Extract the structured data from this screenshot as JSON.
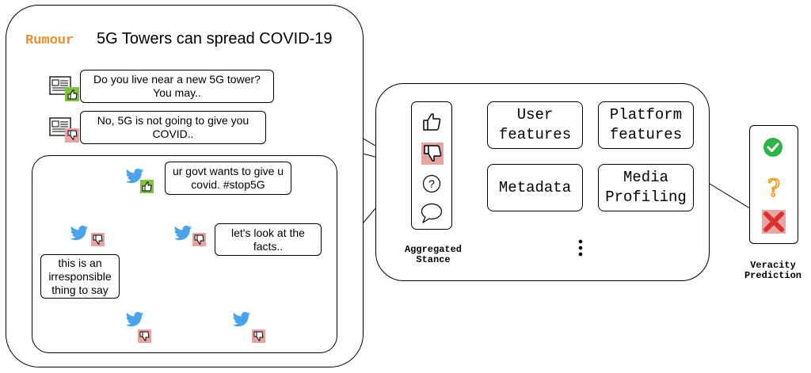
{
  "rumour": {
    "tag": "Rumour",
    "claim": "5G Towers can spread COVID-19"
  },
  "posts": [
    {
      "text": "Do you live near a new 5G tower? You may..",
      "stance": "support"
    },
    {
      "text": "No, 5G is not going to give you COVID..",
      "stance": "deny"
    }
  ],
  "tweets": {
    "root": {
      "text": "ur govt wants to give u covid. #stop5G",
      "stance": "support"
    },
    "reply_left": {
      "text": "this is an irresponsible thing to say",
      "stance": "deny"
    },
    "reply_mid": {
      "text": "let's look at the facts..",
      "stance": "deny"
    }
  },
  "stance_icons": [
    "thumbs-up",
    "thumbs-down",
    "question",
    "comment"
  ],
  "features": {
    "user": "User\nfeatures",
    "platform": "Platform\nfeatures",
    "metadata": "Metadata",
    "media": "Media\nProfiling"
  },
  "captions": {
    "aggregated": "Aggregated\nStance",
    "veracity": "Veracity\nPrediction"
  },
  "veracity_icons": [
    "check",
    "question",
    "cross"
  ],
  "colors": {
    "support_bg": "#7fc241",
    "deny_bg": "#e8a3a3",
    "twitter": "#4aa3e8",
    "rumour": "#f28c28",
    "check": "#2db34a",
    "question": "#f0a020",
    "cross": "#d93030"
  }
}
